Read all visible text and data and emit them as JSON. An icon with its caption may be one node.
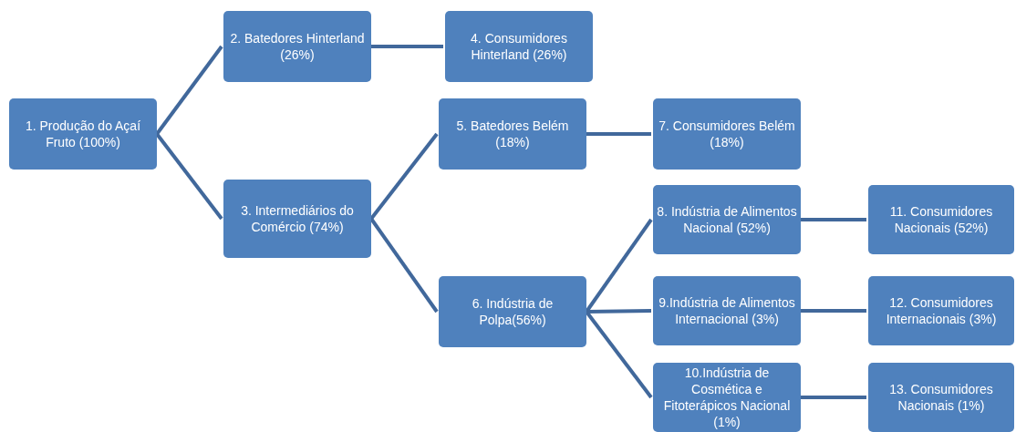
{
  "diagram": {
    "nodes": [
      {
        "text": [
          "1. Produção do Açaí Fruto (100%)"
        ]
      },
      {
        "text": [
          "2. Batedores Hinterland (26%)"
        ]
      },
      {
        "text": [
          "3. Intermediários do Comércio (74%)"
        ]
      },
      {
        "text": [
          "4. Consumidores Hinterland (26%)"
        ]
      },
      {
        "text": [
          "5. Batedores Belém (18%)"
        ]
      },
      {
        "text": [
          "6. Indústria de Polpa(56%)"
        ]
      },
      {
        "text": [
          "7. Consumidores Belém (18%)"
        ]
      },
      {
        "text": [
          "8.  Indústria de Alimentos Nacional (52%)"
        ]
      },
      {
        "text": [
          "9.Indústria de Alimentos Internacional (3%)"
        ]
      },
      {
        "text": [
          "10.Indústria de Cosmética e Fitoterápicos Nacional (1%)"
        ]
      },
      {
        "text": [
          "11. Consumidores Nacionais (52%)"
        ]
      },
      {
        "text": [
          "12. Consumidores Internacionais (3%)"
        ]
      },
      {
        "text": [
          "13. Consumidores Nacionais (1%)"
        ]
      }
    ],
    "edges": [
      {
        "from": 0,
        "to": 1,
        "arrow": "none"
      },
      {
        "from": 0,
        "to": 2,
        "arrow": "none"
      },
      {
        "from": 1,
        "to": 3,
        "arrow": "none"
      },
      {
        "from": 2,
        "to": 4,
        "arrow": "none"
      },
      {
        "from": 2,
        "to": 5,
        "arrow": "none"
      },
      {
        "from": 4,
        "to": 6,
        "arrow": "none"
      },
      {
        "from": 5,
        "to": 7,
        "arrow": "none"
      },
      {
        "from": 5,
        "to": 8,
        "arrow": "none"
      },
      {
        "from": 5,
        "to": 9,
        "arrow": "none"
      },
      {
        "from": 7,
        "to": 10,
        "arrow": "none"
      },
      {
        "from": 8,
        "to": 11,
        "arrow": "none"
      },
      {
        "from": 9,
        "to": 12,
        "arrow": "none"
      }
    ]
  }
}
